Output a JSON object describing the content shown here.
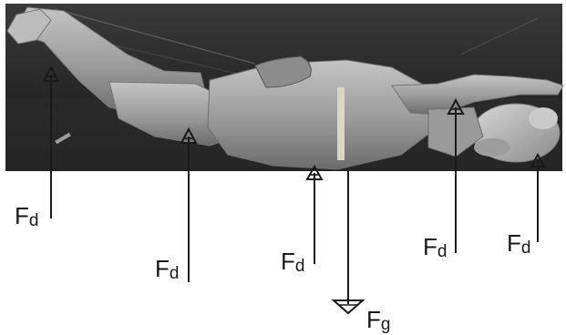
{
  "diagram": {
    "forces": [
      {
        "id": "drag-1",
        "main": "F",
        "sub": "d",
        "direction": "up"
      },
      {
        "id": "drag-2",
        "main": "F",
        "sub": "d",
        "direction": "up"
      },
      {
        "id": "drag-3",
        "main": "F",
        "sub": "d",
        "direction": "up"
      },
      {
        "id": "drag-4",
        "main": "F",
        "sub": "d",
        "direction": "up"
      },
      {
        "id": "drag-5",
        "main": "F",
        "sub": "d",
        "direction": "up"
      },
      {
        "id": "gravity",
        "main": "F",
        "sub": "g",
        "direction": "down"
      }
    ],
    "colors": {
      "photo_dark": "#2a2a2a",
      "photo_mid": "#6a6a6a",
      "body": "#a9a9a9",
      "arrow": "#1a1a1a"
    }
  }
}
